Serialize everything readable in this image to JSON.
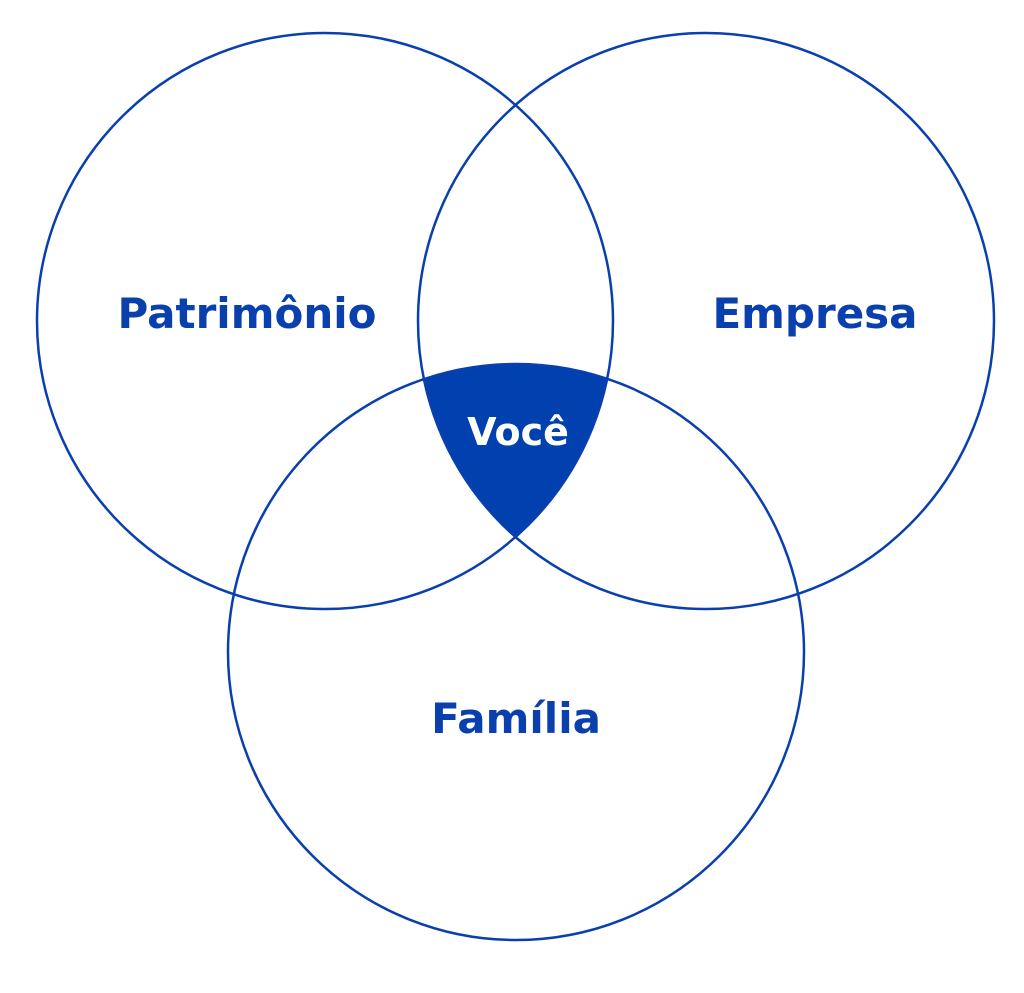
{
  "diagram": {
    "type": "venn",
    "sets": [
      {
        "id": "patrimonio",
        "label": "Patrimônio"
      },
      {
        "id": "empresa",
        "label": "Empresa"
      },
      {
        "id": "familia",
        "label": "Família"
      }
    ],
    "intersection": {
      "label": "Você",
      "sets": [
        "patrimonio",
        "empresa",
        "familia"
      ]
    },
    "colors": {
      "stroke": "#0a3fae",
      "fill": "#0040af",
      "background": "#ffffff"
    }
  }
}
